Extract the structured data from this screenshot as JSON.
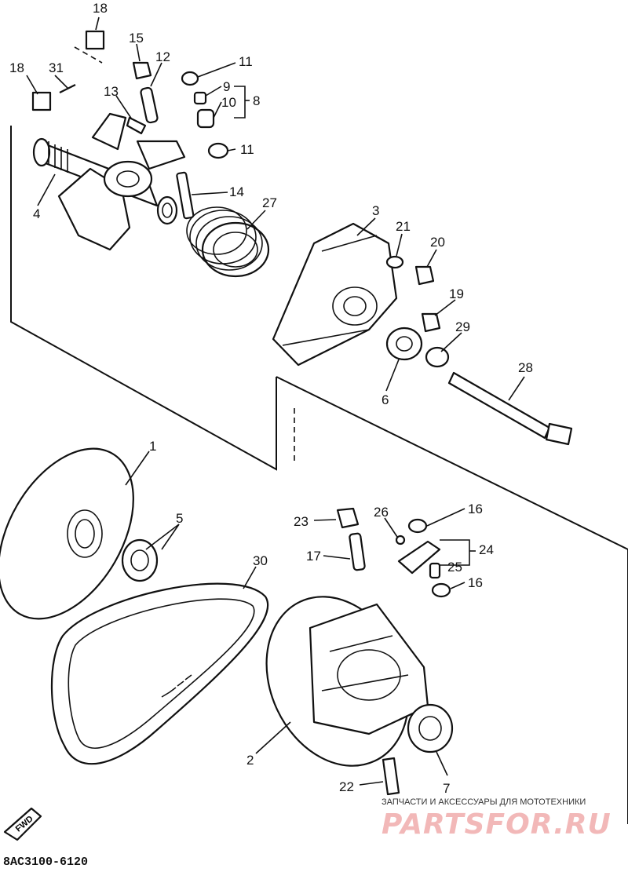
{
  "diagram": {
    "code": "8AC3100-6120",
    "fwd_label": "FWD",
    "callouts": {
      "c1": "1",
      "c2": "2",
      "c3": "3",
      "c4": "4",
      "c5": "5",
      "c6": "6",
      "c7": "7",
      "c8": "8",
      "c9": "9",
      "c10": "10",
      "c11a": "11",
      "c11b": "11",
      "c12": "12",
      "c13": "13",
      "c14": "14",
      "c15": "15",
      "c16a": "16",
      "c16b": "16",
      "c17": "17",
      "c18a": "18",
      "c18b": "18",
      "c19": "19",
      "c20": "20",
      "c21": "21",
      "c22": "22",
      "c23": "23",
      "c24": "24",
      "c25": "25",
      "c26": "26",
      "c27": "27",
      "c28": "28",
      "c29": "29",
      "c30": "30",
      "c31": "31"
    }
  },
  "watermark": {
    "caption": "ЗАПЧАСТИ И АКСЕССУАРЫ ДЛЯ МОТОТЕХНИКИ",
    "logo": "PARTSFOR.RU"
  }
}
